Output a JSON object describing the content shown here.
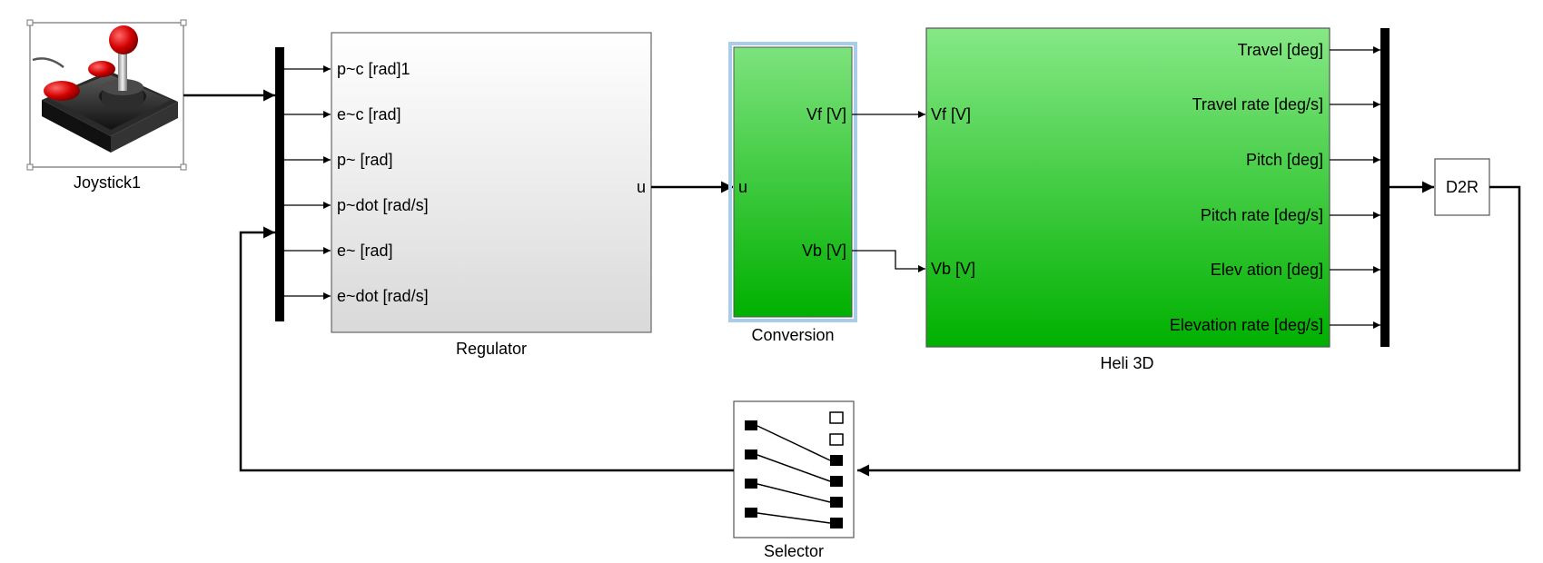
{
  "blocks": {
    "joystick": {
      "title": "Joystick1",
      "icon": "joystick-icon"
    },
    "regulator": {
      "title": "Regulator",
      "inputs": [
        "p~c  [rad]1",
        "e~c  [rad]",
        "p~ [rad]",
        "p~dot [rad/s]",
        "e~ [rad]",
        "e~dot [rad/s]"
      ],
      "output": "u"
    },
    "conversion": {
      "title": "Conversion",
      "input": "u",
      "outputs": [
        "Vf  [V]",
        "Vb [V]"
      ]
    },
    "heli": {
      "title": "Heli 3D",
      "inputs": [
        "Vf  [V]",
        "Vb [V]"
      ],
      "outputs": [
        "Travel [deg]",
        "Travel rate [deg/s]",
        "Pitch [deg]",
        "Pitch rate [deg/s]",
        "Elev ation [deg]",
        "Elevation rate [deg/s]"
      ]
    },
    "d2r": {
      "label": "D2R"
    },
    "selector": {
      "title": "Selector"
    }
  },
  "colors": {
    "heli_gradient_top": "#86e886",
    "heli_gradient_bottom": "#00b000",
    "conversion_border": "#a9cde8",
    "regulator_gradient_top": "#ffffff",
    "regulator_gradient_bottom": "#d9d9d9",
    "line": "#000000"
  }
}
